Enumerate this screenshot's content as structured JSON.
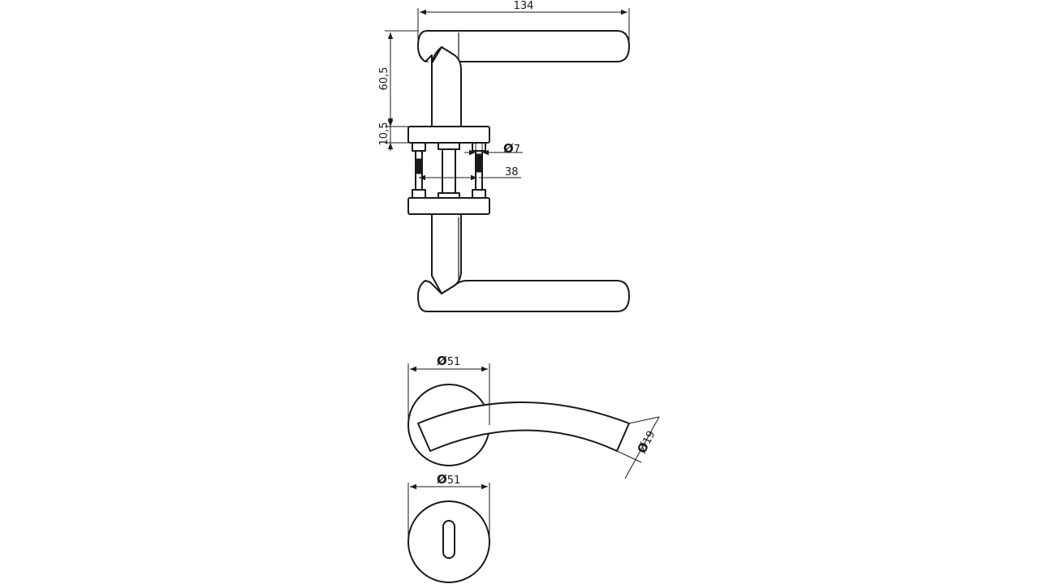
{
  "drawing": {
    "colors": {
      "line": "#1a1a1a",
      "background": "#ffffff"
    },
    "dimensions": {
      "lever_length": "134",
      "lever_height": "60,5",
      "rose_thickness": "10,5",
      "screw_diameter": "7",
      "screw_spacing": "38",
      "rose_diameter_front": "51",
      "lever_bar_diameter": "19",
      "escutcheon_diameter": "51"
    },
    "diameter_symbol": "Ø"
  }
}
